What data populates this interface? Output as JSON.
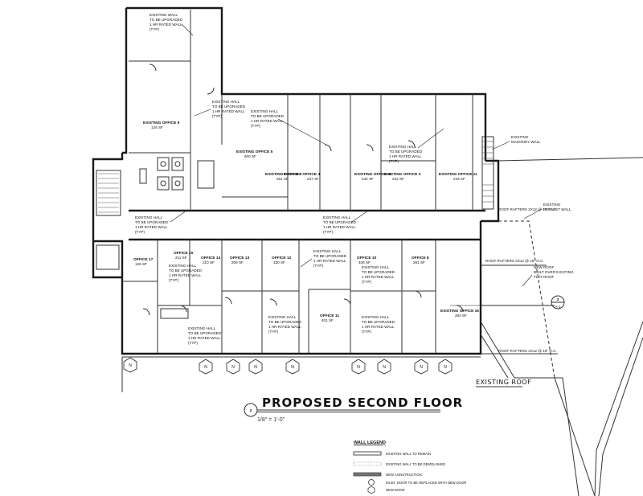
{
  "drawing": {
    "title": "PROPOSED SECOND FLOOR",
    "number": "2",
    "scale": "1/8\" = 1'-0\"",
    "existing_roof": "EXISTING ROOF"
  },
  "offices": [
    {
      "name": "EXISTING OFFICE 9",
      "area": "125 SF"
    },
    {
      "name": "EXISTING OFFICE 5",
      "area": "600 SF"
    },
    {
      "name": "EXISTING OFFICE 7",
      "area": "261 SF"
    },
    {
      "name": "EXISTING OFFICE 4",
      "area": "247 SF"
    },
    {
      "name": "EXISTING OFFICE 6",
      "area": "242 SF"
    },
    {
      "name": "EXISTING OFFICE 3",
      "area": "242 SF"
    },
    {
      "name": "EXISTING OFFICE 11",
      "area": "233 SF"
    },
    {
      "name": "OFFICE 17",
      "area": "126 SF"
    },
    {
      "name": "OFFICE 15",
      "area": "211 SF"
    },
    {
      "name": "OFFICE 14",
      "area": "210 SF"
    },
    {
      "name": "OFFICE 13",
      "area": "209 SF"
    },
    {
      "name": "OFFICE 12",
      "area": "330 SF"
    },
    {
      "name": "OFFICE 11",
      "area": "401 SF"
    },
    {
      "name": "OFFICE 10",
      "area": "406 SF"
    },
    {
      "name": "OFFICE 8",
      "area": "281 SF"
    },
    {
      "name": "EXISTING OFFICE 16",
      "area": "283 SF"
    }
  ],
  "notes": {
    "hall_top": [
      "EXISTING WALL",
      "TO BE UPGRADED",
      "1 HR RATED WALL",
      "(TYP)"
    ],
    "hall_upgrade": [
      "EXISTING HALL",
      "TO BE UPGRADED",
      "1 HR RATED WALL",
      "(TYP)"
    ],
    "masonry_wall": [
      "EXISTING",
      "MASONRY WALL"
    ],
    "parapet_wall": [
      "EXISTING",
      "PARAPET WALL"
    ],
    "new_roof": [
      "NEW ROOF",
      "BUILT OVER EXISTING",
      "FLAT ROOF"
    ],
    "roof_rafters_1": "ROOF RAFTERS 2X12 @ 16\" O.C.",
    "roof_rafters_2": "ROOF RAFTERS 2X12 @ 16\" O.C.",
    "roof_rafters_3": "ROOF RAFTERS 2X12 @ 16\" O.C.",
    "section_mark": "3",
    "section_sheet": "A-1"
  },
  "window_tag": "N",
  "legend": {
    "title": "WALL LEGEND",
    "items": [
      "EXISTING WALL TO REMAIN",
      "EXISTING WALL TO BE DEMOLISHED",
      "NEW CONSTRUCTION",
      "EXIST. DOOR TO BE REPLACED WITH NEW DOOR",
      "NEW DOOR"
    ]
  }
}
